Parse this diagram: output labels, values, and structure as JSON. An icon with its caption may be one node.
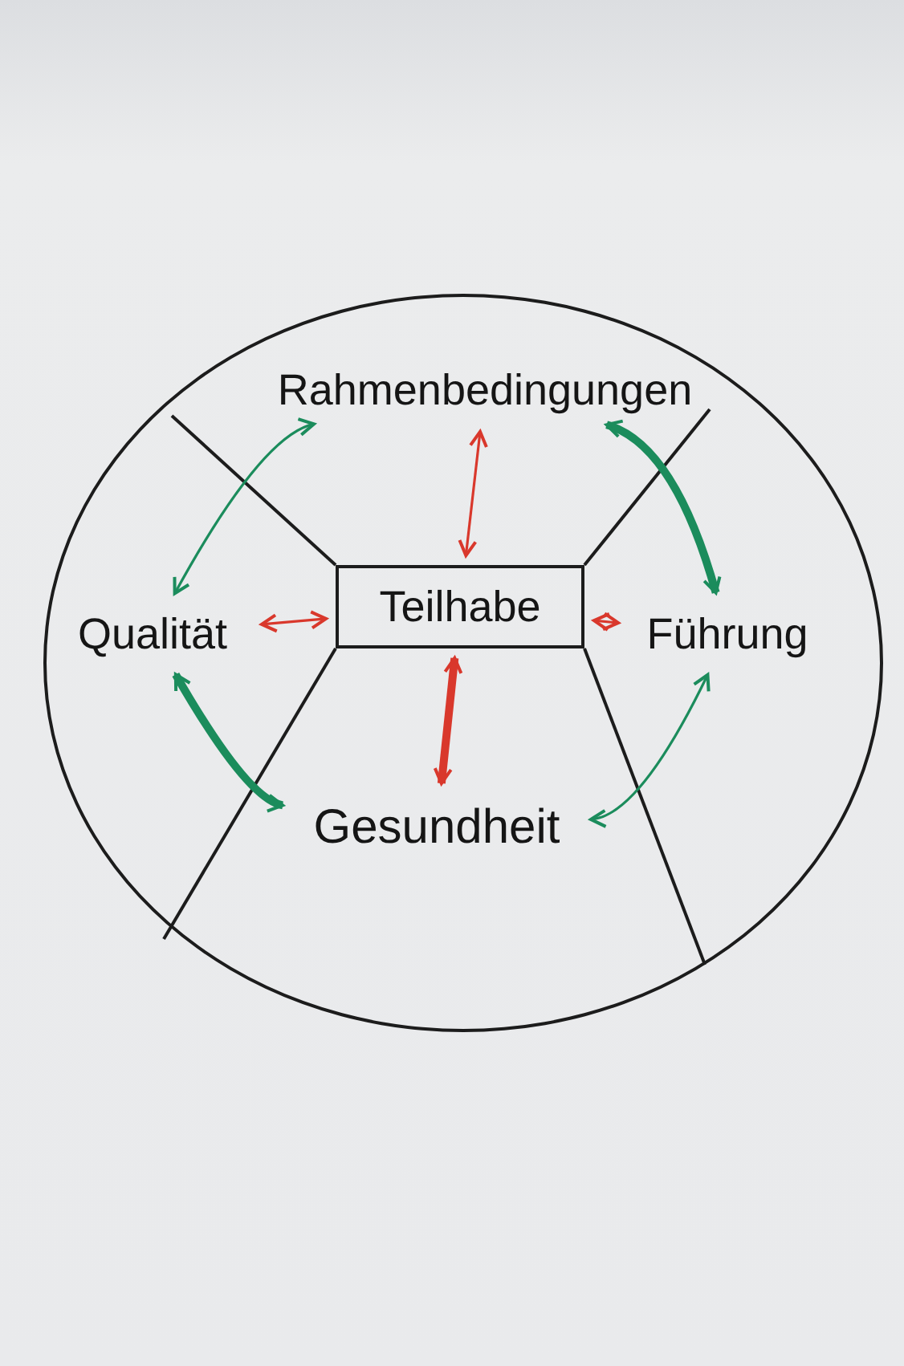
{
  "diagram": {
    "nodes": [
      {
        "text": [],
        "shape": "circle"
      },
      {
        "text": [
          "Rahmenbedingungen"
        ],
        "in": 0
      },
      {
        "text": [
          "Qualität"
        ],
        "in": 0
      },
      {
        "text": [
          "Teilhabe"
        ],
        "in": 0
      },
      {
        "text": [
          "Führung"
        ],
        "in": 0
      },
      {
        "text": [
          "Gesundheit"
        ],
        "in": 0
      }
    ],
    "edges": [
      {
        "from": 3,
        "to": 1,
        "arrow": "both",
        "color": "#d9382c"
      },
      {
        "from": 3,
        "to": 2,
        "arrow": "both",
        "color": "#d9382c"
      },
      {
        "from": 3,
        "to": 4,
        "arrow": "both",
        "color": "#d9382c"
      },
      {
        "from": 3,
        "to": 5,
        "arrow": "both",
        "style": "thick",
        "color": "#d9382c"
      },
      {
        "from": 2,
        "to": 1,
        "arrow": "both",
        "color": "#1b8c5c"
      },
      {
        "from": 1,
        "to": 4,
        "arrow": "both",
        "style": "thick",
        "color": "#1b8c5c"
      },
      {
        "from": 4,
        "to": 5,
        "arrow": "both",
        "color": "#1b8c5c"
      },
      {
        "from": 2,
        "to": 5,
        "arrow": "both",
        "style": "thick",
        "color": "#1b8c5c"
      }
    ]
  }
}
